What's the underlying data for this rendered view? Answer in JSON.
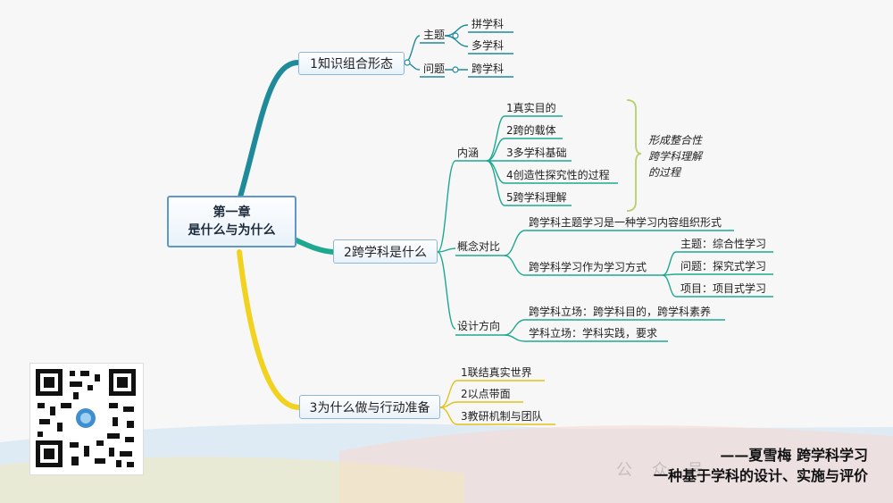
{
  "central": {
    "line1": "第一章",
    "line2": "是什么与为什么"
  },
  "branch1": {
    "title": "1知识组合形态",
    "topic_label": "主题",
    "topic_items": [
      "拼学科",
      "多学科"
    ],
    "question_label": "问题",
    "question_items": [
      "跨学科"
    ]
  },
  "branch2": {
    "title": "2跨学科是什么",
    "connotation": {
      "label": "内涵",
      "items": [
        "1真实目的",
        "2跨的载体",
        "3多学科基础",
        "4创造性探究性的过程",
        "5跨学科理解"
      ],
      "summary": [
        "形成整合性",
        "跨学科理解",
        "的过程"
      ]
    },
    "concept": {
      "label": "概念对比",
      "item1": "跨学科主题学习是一种学习内容组织形式",
      "item2": "跨学科学习作为学习方式",
      "sub_items": [
        "主题：综合性学习",
        "问题：探究式学习",
        "项目：项目式学习"
      ]
    },
    "design": {
      "label": "设计方向",
      "items": [
        "跨学科立场：跨学科目的，跨学科素养",
        "学科立场：学科实践，要求"
      ]
    }
  },
  "branch3": {
    "title": "3为什么做与行动准备",
    "items": [
      "1联结真实世界",
      "2以点带面",
      "3教研机制与团队"
    ]
  },
  "footer": {
    "line1": "——夏雪梅 跨学科学习",
    "line2": "一种基于学科的设计、实施与评价"
  },
  "colors": {
    "branch1": "#1f8a9a",
    "branch2": "#1fa890",
    "branch3": "#f0d21f",
    "box_border": "#8eb6d8"
  }
}
